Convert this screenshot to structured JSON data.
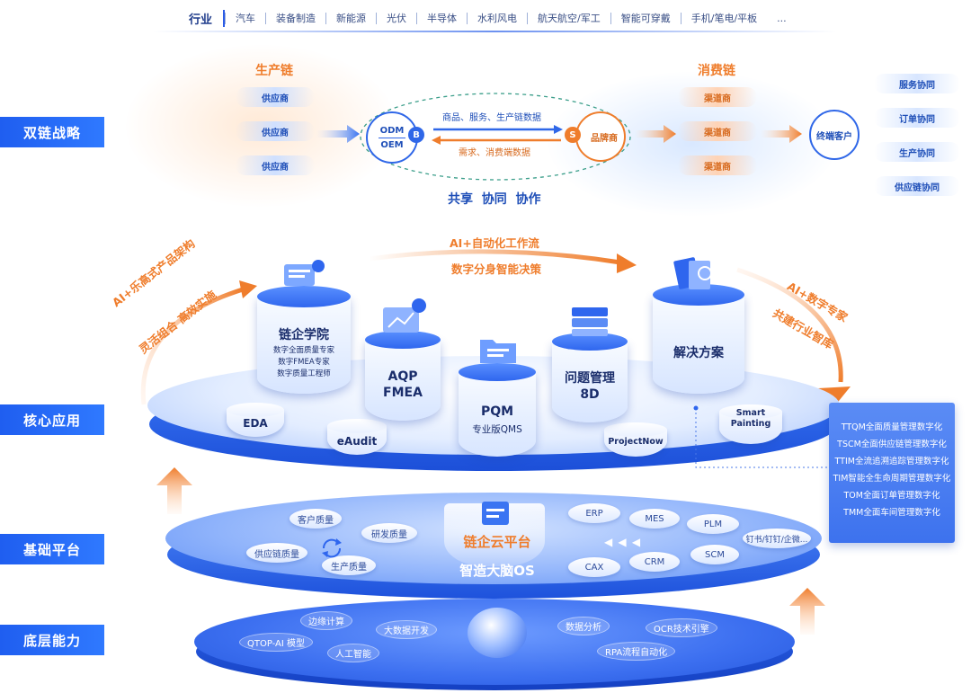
{
  "industry_bar": {
    "head": "行业",
    "items": [
      "汽车",
      "装备制造",
      "新能源",
      "光伏",
      "半导体",
      "水利风电",
      "航天航空/军工",
      "智能可穿戴",
      "手机/笔电/平板",
      "..."
    ]
  },
  "left_labels": {
    "dual_chain": "双链战略",
    "core_apps": "核心应用",
    "base_platform": "基础平台",
    "bottom_capability": "底层能力"
  },
  "dual_chain": {
    "production_title": "生产链",
    "suppliers": [
      "供应商",
      "供应商",
      "供应商"
    ],
    "odm": "ODM",
    "oem": "OEM",
    "b_badge": "B",
    "s_badge": "S",
    "brand": "品牌商",
    "flow_top": "商品、服务、生产链数据",
    "flow_bottom": "需求、消费端数据",
    "consume_title": "消费链",
    "channels": [
      "渠道商",
      "渠道商",
      "渠道商"
    ],
    "end_customer": "终端客户",
    "collab": [
      "服务协同",
      "订单协同",
      "生产协同",
      "供应链协同"
    ],
    "slogan": "共享  协同  协作"
  },
  "arcs": {
    "top_line1": "AI+自动化工作流",
    "top_line2": "数字分身智能决策",
    "left_line1": "AI+乐高式产品架构",
    "left_line2": "灵活组合 高效实施",
    "right_line1": "AI+数字专家",
    "right_line2": "共建行业智库"
  },
  "core": {
    "academy_title": "链企学院",
    "academy_lines": [
      "数字全面质量专家",
      "数字FMEA专家",
      "数字质量工程师"
    ],
    "aqp": "AQP",
    "fmea": "FMEA",
    "pqm": "PQM",
    "pqm_sub": "专业版QMS",
    "problem": "问题管理",
    "problem_sub": "8D",
    "solution": "解决方案",
    "eda": "EDA",
    "eaudit": "eAudit",
    "projectnow": "ProjectNow",
    "smart": "Smart",
    "painting": "Painting"
  },
  "right_panel": [
    "TTQM全面质量管理数字化",
    "TSCM全面供应链管理数字化",
    "TTIM全流追溯追踪管理数字化",
    "TIM智能全生命周期管理数字化",
    "TOM全面订单管理数字化",
    "TMM全面车间管理数字化"
  ],
  "base": {
    "title1": "链企云平台",
    "title2": "智造大脑OS",
    "left_items": [
      "客户质量",
      "研发质量",
      "供应链质量",
      "生产质量"
    ],
    "right_items": [
      "ERP",
      "MES",
      "PLM",
      "钉书/钉钉/企微...",
      "CAX",
      "CRM",
      "SCM"
    ],
    "chevrons": "◀ ◀ ◀"
  },
  "bottom": {
    "items": [
      "边缘计算",
      "大数据开发",
      "QTOP-AI 模型",
      "人工智能",
      "数据分析",
      "OCR技术引擎",
      "RPA流程自动化"
    ]
  },
  "colors": {
    "primary_blue": "#2b5ce6",
    "accent_orange": "#ef7d2c"
  }
}
